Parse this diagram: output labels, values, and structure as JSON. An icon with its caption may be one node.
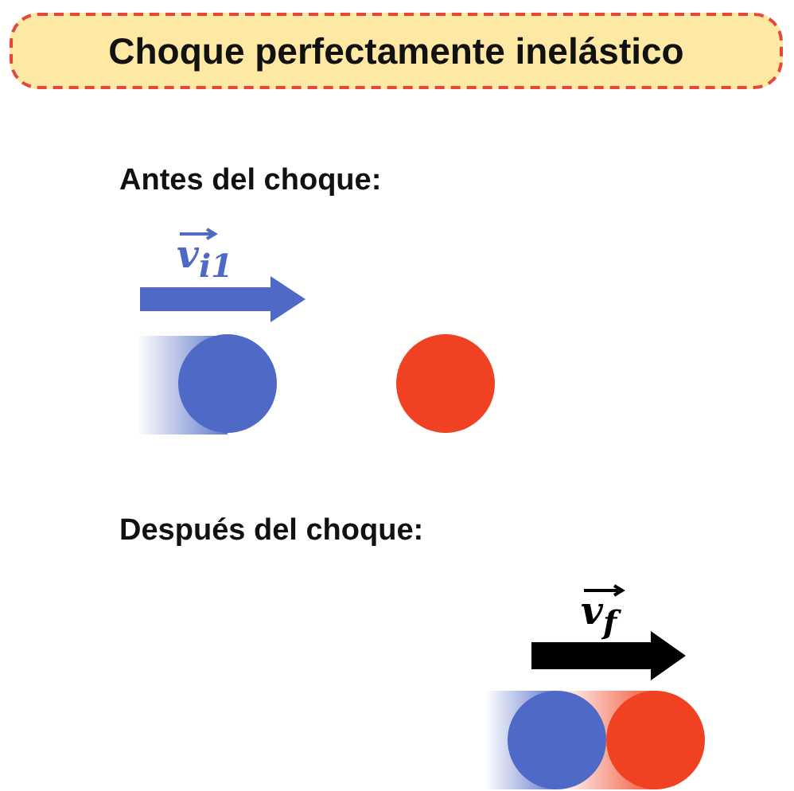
{
  "diagram": {
    "title": "Choque perfectamente inelástico",
    "labels": [
      "Antes del choque:",
      "v$_{i1}$",
      "Después del choque:",
      "v$_{f}$"
    ]
  }
}
